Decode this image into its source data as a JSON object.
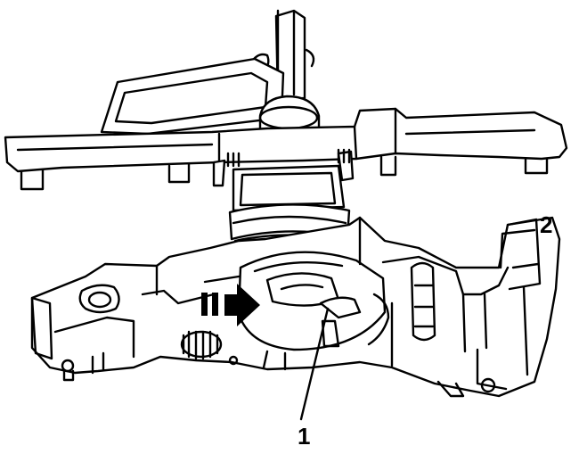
{
  "callouts": [
    {
      "id": "1",
      "label": "1"
    },
    {
      "id": "2",
      "label": "2"
    }
  ],
  "direction_marker": {
    "symbol": "II",
    "icon": "arrow-right-icon"
  },
  "colors": {
    "line": "#000000",
    "background": "#ffffff"
  }
}
